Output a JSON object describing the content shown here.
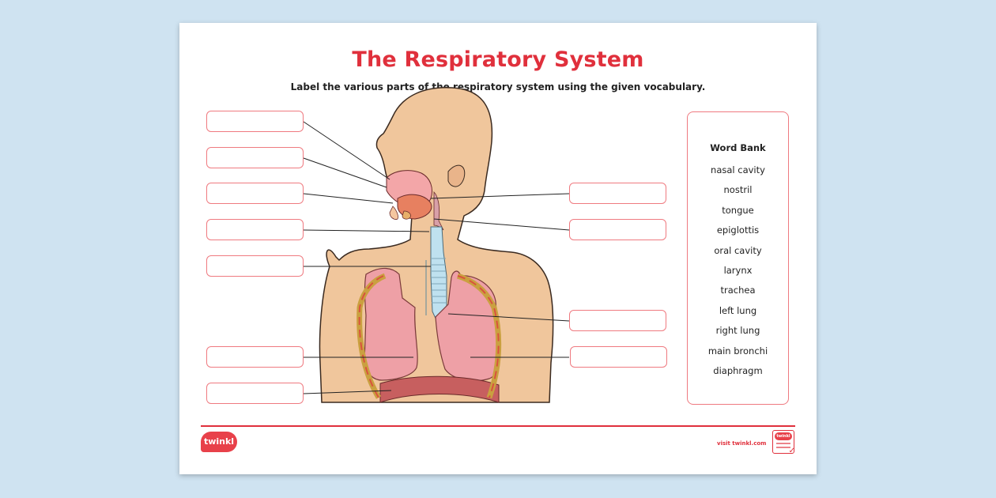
{
  "worksheet": {
    "title": "The Respiratory System",
    "instruction": "Label the various parts of the respiratory system using the given vocabulary.",
    "word_bank": {
      "heading": "Word Bank",
      "words": [
        "nasal cavity",
        "nostril",
        "tongue",
        "epiglottis",
        "oral cavity",
        "larynx",
        "trachea",
        "left lung",
        "right lung",
        "main bronchi",
        "diaphragm"
      ]
    }
  },
  "footer": {
    "logo_text": "twinkl",
    "visit_text": "visit twinkl.com"
  }
}
